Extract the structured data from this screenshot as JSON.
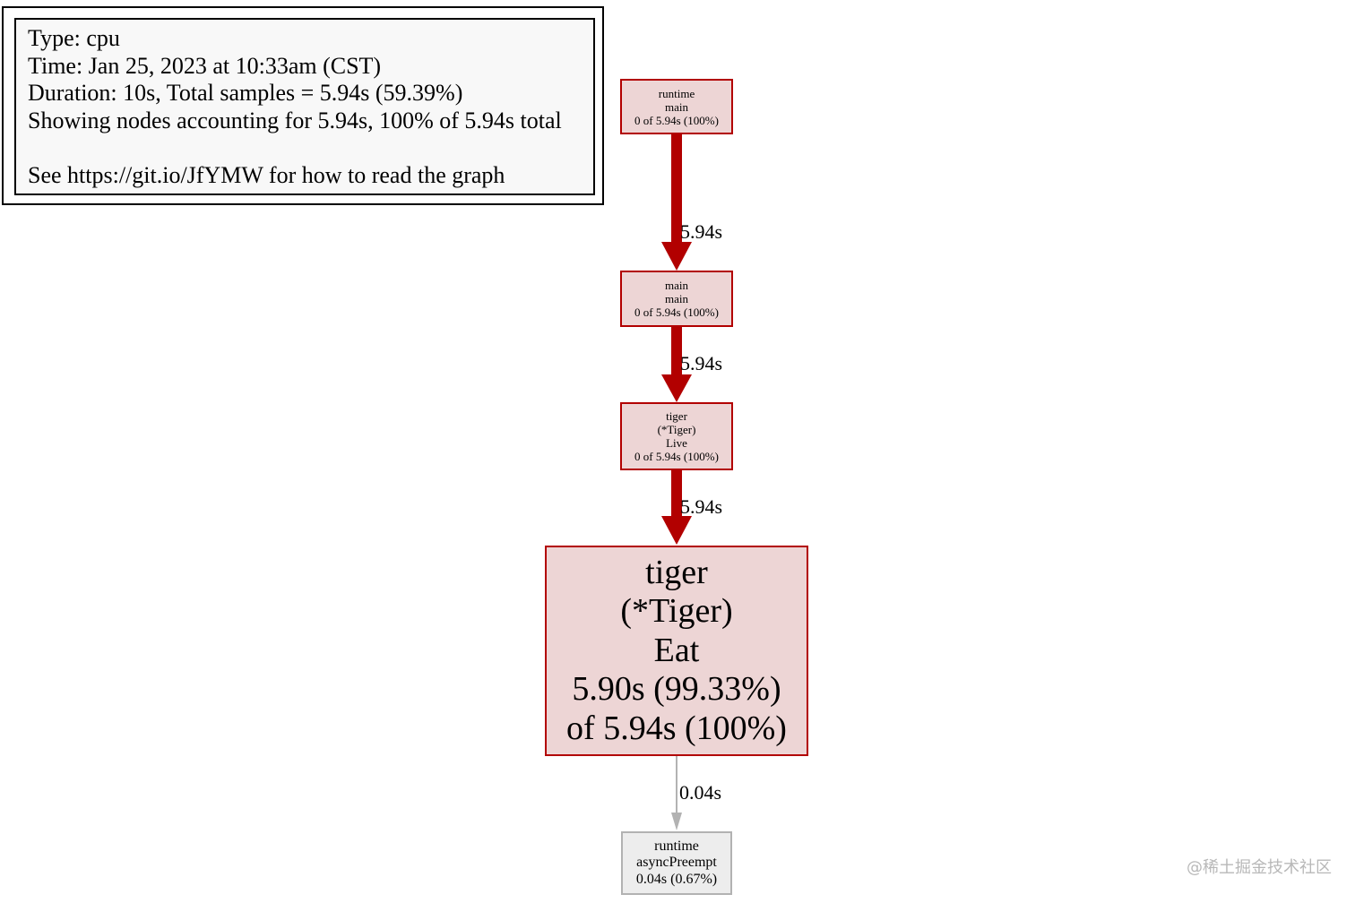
{
  "legend": {
    "type": "Type: cpu",
    "time": "Time: Jan 25, 2023 at 10:33am (CST)",
    "duration": "Duration: 10s, Total samples = 5.94s (59.39%)",
    "showing": "Showing nodes accounting for 5.94s, 100% of 5.94s total",
    "help": "See https://git.io/JfYMW for how to read the graph"
  },
  "nodes": {
    "runtime_main": {
      "line1": "runtime",
      "line2": "main",
      "line3": "0 of 5.94s (100%)"
    },
    "main_main": {
      "line1": "main",
      "line2": "main",
      "line3": "0 of 5.94s (100%)"
    },
    "tiger_live": {
      "line1": "tiger",
      "line2": "(*Tiger)",
      "line3": "Live",
      "line4": "0 of 5.94s (100%)"
    },
    "tiger_eat": {
      "line1": "tiger",
      "line2": "(*Tiger)",
      "line3": "Eat",
      "line4": "5.90s (99.33%)",
      "line5": "of 5.94s (100%)"
    },
    "async_preempt": {
      "line1": "runtime",
      "line2": "asyncPreempt",
      "line3": "0.04s (0.67%)"
    }
  },
  "edges": {
    "runtime_to_main": "5.94s",
    "main_to_live": "5.94s",
    "live_to_eat": "5.94s",
    "eat_to_preempt": "0.04s"
  },
  "colors": {
    "hot_edge": "#b20000",
    "cold_edge": "#b2b2b2",
    "hot_node_fill": "#edd5d5",
    "cold_node_fill": "#ededed"
  },
  "watermark": "@稀土掘金技术社区"
}
